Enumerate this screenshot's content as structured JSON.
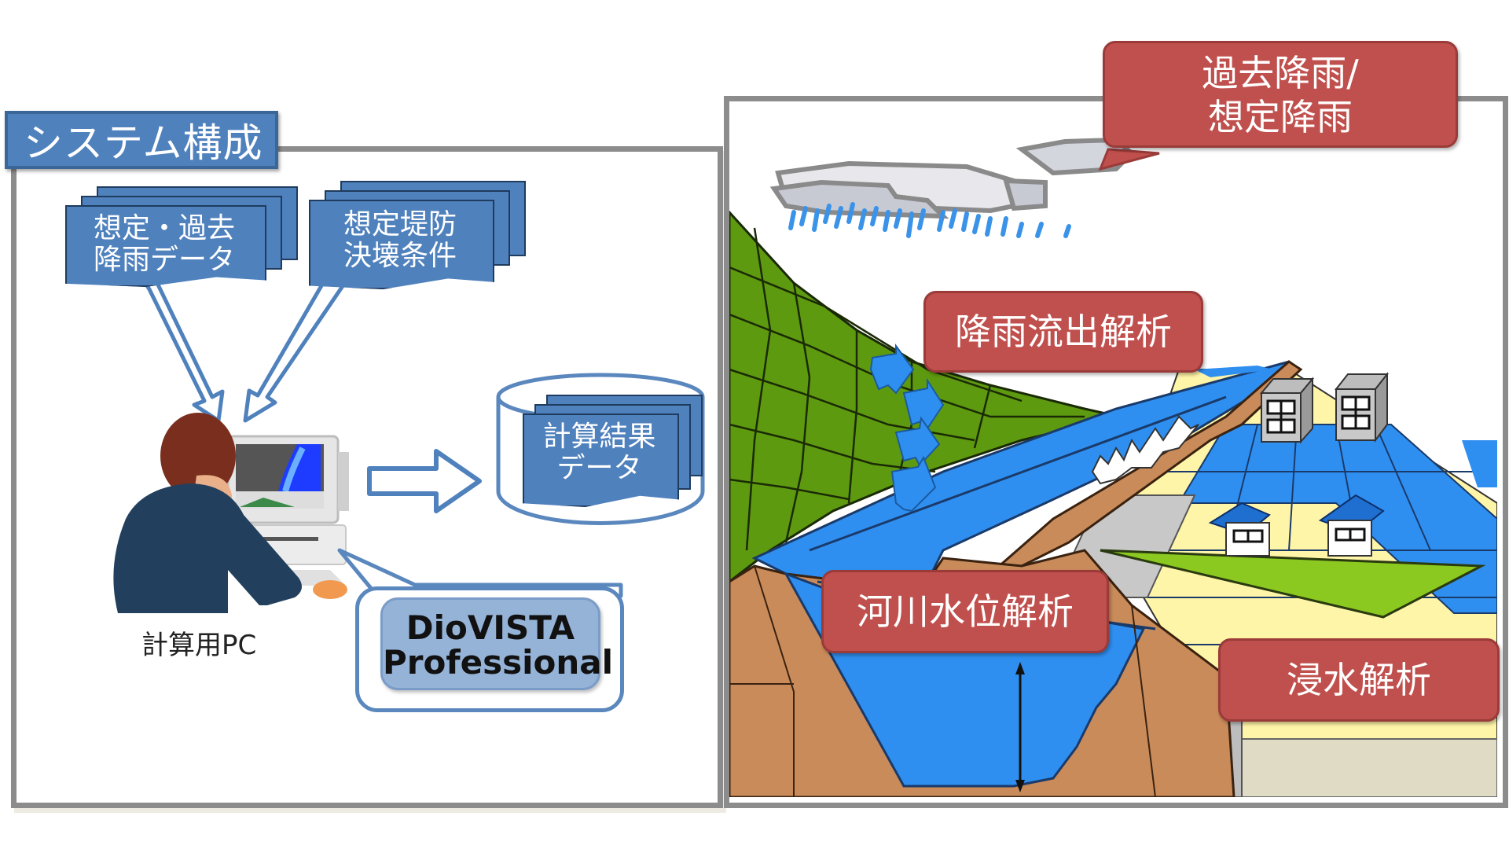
{
  "system_panel": {
    "title": "システム構成",
    "input_docs": [
      {
        "line1": "想定・過去",
        "line2": "降雨データ"
      },
      {
        "line1": "想定堤防",
        "line2": "決壊条件"
      }
    ],
    "computer_label": "計算用PC",
    "software": {
      "line1": "DioVISTA",
      "line2": "Professional"
    },
    "output_doc": {
      "line1": "計算結果",
      "line2": "データ"
    }
  },
  "analysis_panel": {
    "rain_callout": {
      "line1": "過去降雨/",
      "line2": "想定降雨"
    },
    "runoff_label": "降雨流出解析",
    "river_label": "河川水位解析",
    "flood_label": "浸水解析"
  },
  "colors": {
    "blue_box": "#4f81bd",
    "red_label": "#c0504d",
    "frame": "#8c8c8c",
    "water": "#3399ff",
    "hill": "#5e9a10",
    "levee": "#c98b5a"
  }
}
